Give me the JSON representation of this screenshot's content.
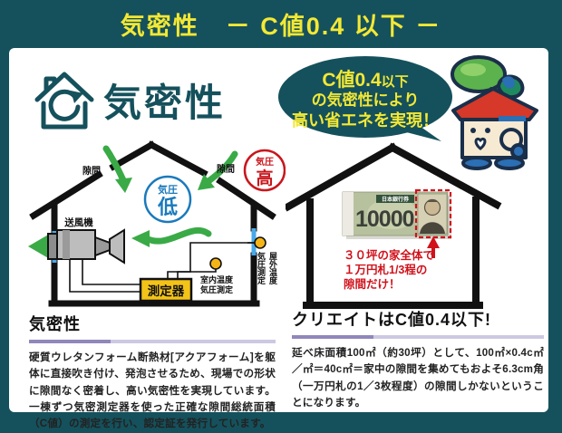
{
  "banner": {
    "title": "気密性　－ C値0.4 以下 －"
  },
  "intro": {
    "title": "気密性"
  },
  "bubble": {
    "line1_big": "C値0.4",
    "line1_small": "以下",
    "line2": "の気密性により",
    "line3": "高い省エネを実現！"
  },
  "pressure_diagram": {
    "gap_left": "隙間",
    "gap_right": "隙間",
    "low_label": "気圧",
    "low_char": "低",
    "high_label": "気圧",
    "high_char": "高",
    "blower": "送風機",
    "meter": "測定器",
    "indoor_line1": "室内温度",
    "indoor_line2": "気圧測定",
    "outdoor_col1": "屋外温度",
    "outdoor_col2": "気圧測定"
  },
  "bill_diagram": {
    "bank_label": "日本銀行券",
    "amount": "10000",
    "note1": "３０坪の家全体で",
    "note2": "１万円札1/3程の",
    "note3": "隙間だけ！"
  },
  "section_left": {
    "heading": "気密性",
    "body": "硬質ウレタンフォーム断熱材[アクアフォーム]を躯体に直接吹き付け、発泡させるため、現場での形状に隙間なく密着し、高い気密性を実現しています。一棟ずつ気密測定器を使った正確な隙間総統面積（C値）の測定を行い、認定証を発行しています。"
  },
  "section_right": {
    "heading": "クリエイトはC値0.4以下!",
    "body": "延べ床面積100㎡（約30坪）として、100㎡×0.4c㎡／㎡＝40c㎡＝家中の隙間を集めてもおよそ6.3cm角（一万円札の1／3枚程度）の隙間しかないということになります。"
  },
  "colors": {
    "teal": "#15515c",
    "yellow": "#f3e834",
    "red": "#c9161d",
    "blue": "#1a7abc",
    "light_blue": "#4aa9e8",
    "green": "#3aaa47",
    "purple_dark": "#9187bb",
    "purple_light": "#cdc8e2",
    "meter_yellow": "#f3c318",
    "sensor_yellow": "#f6b516"
  }
}
